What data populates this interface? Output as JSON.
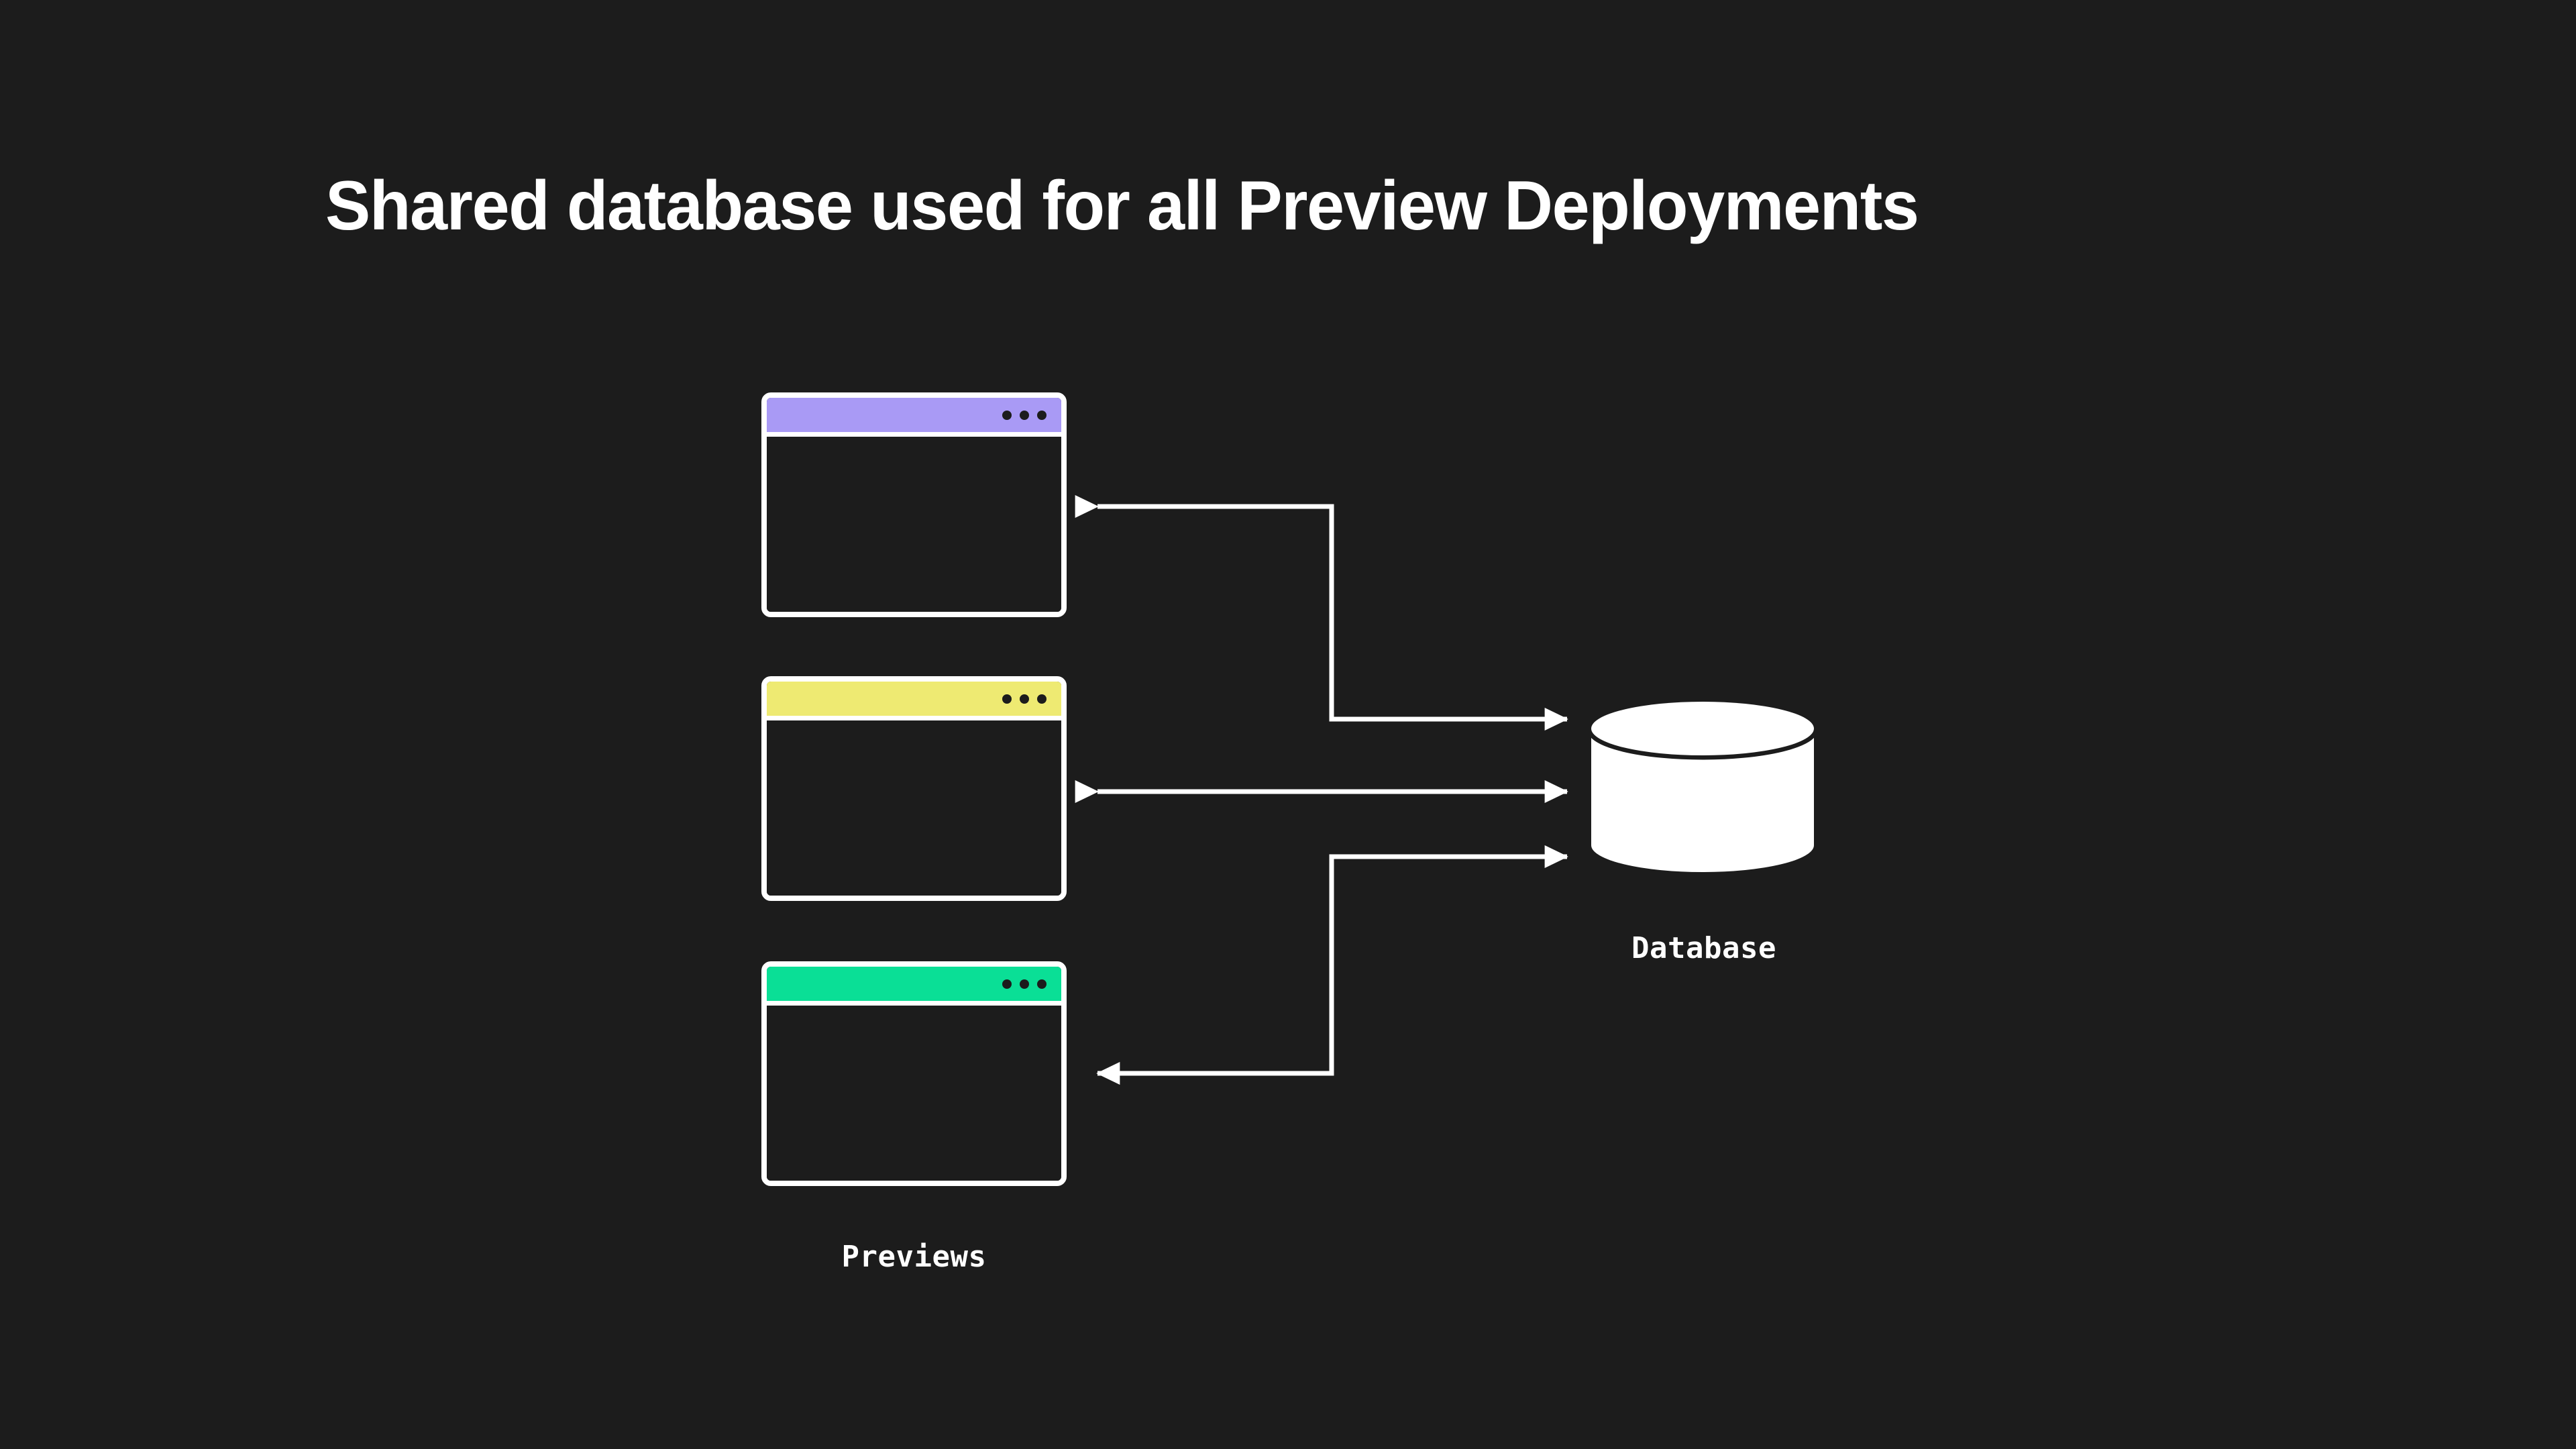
{
  "page": {
    "background_color": "#1c1c1c",
    "title": "Shared database used for all Preview Deployments"
  },
  "diagram": {
    "type": "architecture-diagram",
    "description": "Three preview deployment browser windows all connected bidirectionally to a single shared database cylinder.",
    "previews_label": "Previews",
    "database_label": "Database",
    "accent_colors": {
      "purple": "#a99af5",
      "yellow": "#eeea72",
      "green": "#0adf96",
      "stroke": "#ffffff",
      "surface": "#1c1c1c"
    },
    "windows": [
      {
        "name": "preview-window-purple",
        "titlebar_color": "#a99af5",
        "dots": 3
      },
      {
        "name": "preview-window-yellow",
        "titlebar_color": "#eeea72",
        "dots": 3
      },
      {
        "name": "preview-window-green",
        "titlebar_color": "#0adf96",
        "dots": 3
      }
    ],
    "connections": [
      {
        "name": "connector-purple-database",
        "from": "preview-window-purple",
        "to": "database",
        "direction": "bidirectional",
        "shape": "elbow"
      },
      {
        "name": "connector-yellow-database",
        "from": "preview-window-yellow",
        "to": "database",
        "direction": "bidirectional",
        "shape": "straight"
      },
      {
        "name": "connector-green-database",
        "from": "preview-window-green",
        "to": "database",
        "direction": "bidirectional",
        "shape": "elbow"
      }
    ]
  }
}
